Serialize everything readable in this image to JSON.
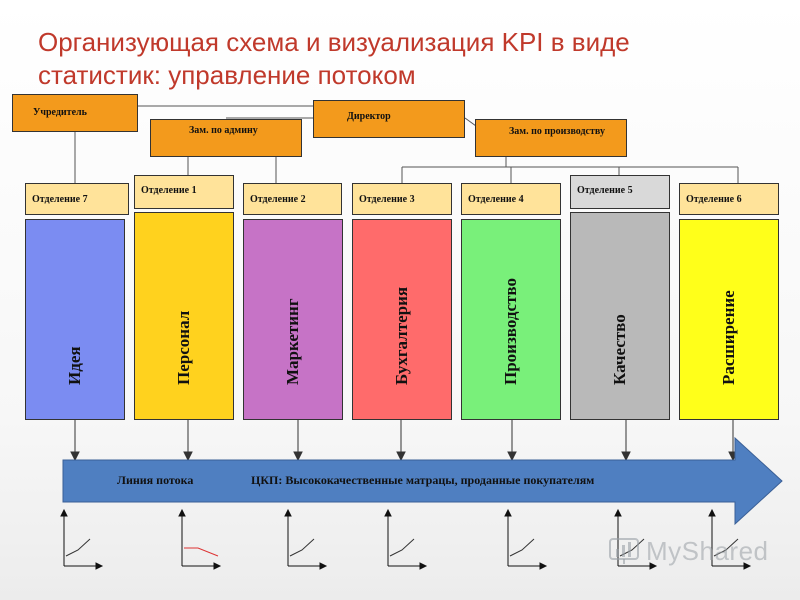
{
  "title": {
    "line1": "Организующая схема и визуализация KPI в виде",
    "line2": "статистик: управление потоком"
  },
  "managers": {
    "founder": "Учредитель",
    "director": "Директор",
    "deputy_admin": "Зам. по админу",
    "deputy_production": "Зам. по производству"
  },
  "departments": [
    {
      "label": "Отделение 7",
      "function": "Идея",
      "color": "#7b8cf2"
    },
    {
      "label": "Отделение 1",
      "function": "Персонал",
      "color": "#ffd21e"
    },
    {
      "label": "Отделение 2",
      "function": "Маркетинг",
      "color": "#c673c6"
    },
    {
      "label": "Отделение 3",
      "function": "Бухгалтерия",
      "color": "#ff6b6b"
    },
    {
      "label": "Отделение 4",
      "function": "Производство",
      "color": "#79f07a"
    },
    {
      "label": "Отделение 5",
      "function": "Качество",
      "color": "#b9b9b9"
    },
    {
      "label": "Отделение 6",
      "function": "Расширение",
      "color": "#ffff1a"
    }
  ],
  "flow": {
    "label": "Линия потока",
    "vfp": "ЦКП: Высококачественные матрацы, проданные покупателям",
    "color": "#4f7fc1"
  },
  "watermark": "MyShared"
}
